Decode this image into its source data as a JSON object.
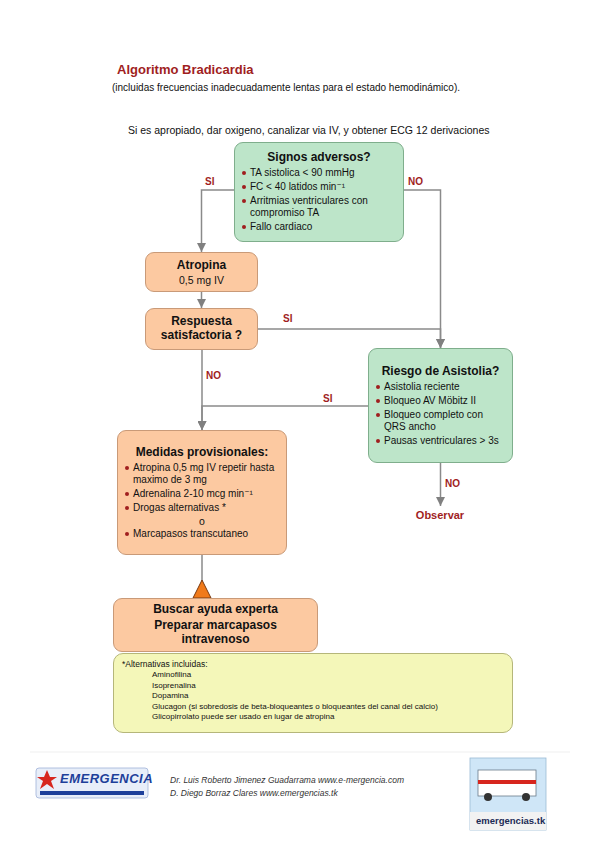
{
  "diagram": {
    "title": "Algoritmo Bradicardia",
    "nodes": [
      {
        "text": [
          "Signos adversos?",
          "TA sistolica < 90 mmHg",
          "FC < 40 latidos min⁻¹",
          "Arritmias ventriculares con compromiso TA",
          "Fallo cardiaco"
        ]
      },
      {
        "text": [
          "Atropina",
          "0,5 mg IV"
        ]
      },
      {
        "text": [
          "Respuesta satisfactoria ?"
        ]
      },
      {
        "text": [
          "Riesgo de Asistolia?",
          "Asistolia reciente",
          "Bloqueo AV Möbitz II",
          "Bloqueo completo con QRS ancho",
          "Pausas ventriculares > 3s"
        ]
      },
      {
        "text": [
          "Medidas provisionales:",
          "Atropina 0,5 mg IV repetir hasta maximo de 3 mg",
          "Adrenalina 2-10 mcg min⁻¹",
          "Drogas alternativas *",
          "o",
          "Marcapasos transcutaneo"
        ]
      },
      {
        "text": [
          "Observar"
        ]
      },
      {
        "text": [
          "Buscar ayuda experta",
          "Preparar marcapasos intravenoso"
        ]
      },
      {
        "text": [
          "*Alternativas incluidas:",
          "Aminofilina",
          "Isoprenalina",
          "Dopamina",
          "Glucagon (si sobredosis de beta-bloqueantes o bloqueantes del canal del calcio)",
          "Glicopirrolato puede ser usado en lugar de atropina"
        ]
      }
    ],
    "edges": [
      {
        "from": 0,
        "to": 1,
        "label": "SI",
        "arrow": "to"
      },
      {
        "from": 0,
        "to": 3,
        "label": "NO",
        "arrow": "to"
      },
      {
        "from": 1,
        "to": 2,
        "arrow": "to"
      },
      {
        "from": 2,
        "to": 3,
        "label": "SI",
        "arrow": "to"
      },
      {
        "from": 2,
        "to": 4,
        "label": "NO",
        "arrow": "to"
      },
      {
        "from": 3,
        "to": 4,
        "label": "SI",
        "arrow": "to"
      },
      {
        "from": 3,
        "to": 5,
        "label": "NO",
        "arrow": "to"
      },
      {
        "from": 4,
        "to": 6,
        "arrow": "to"
      }
    ],
    "labels": [
      "(incluidas frecuencias inadecuadamente lentas para el estado hemodinámico).",
      "Si es apropiado, dar oxigeno, canalizar via IV, y obtener ECG 12 derivaciones",
      "Dr. Luis Roberto Jimenez Guadarrama www.e-mergencia.com",
      "D. Diego Borraz Clares www.emergencias.tk",
      "EMERGENCIA",
      "emergencias.tk"
    ]
  }
}
